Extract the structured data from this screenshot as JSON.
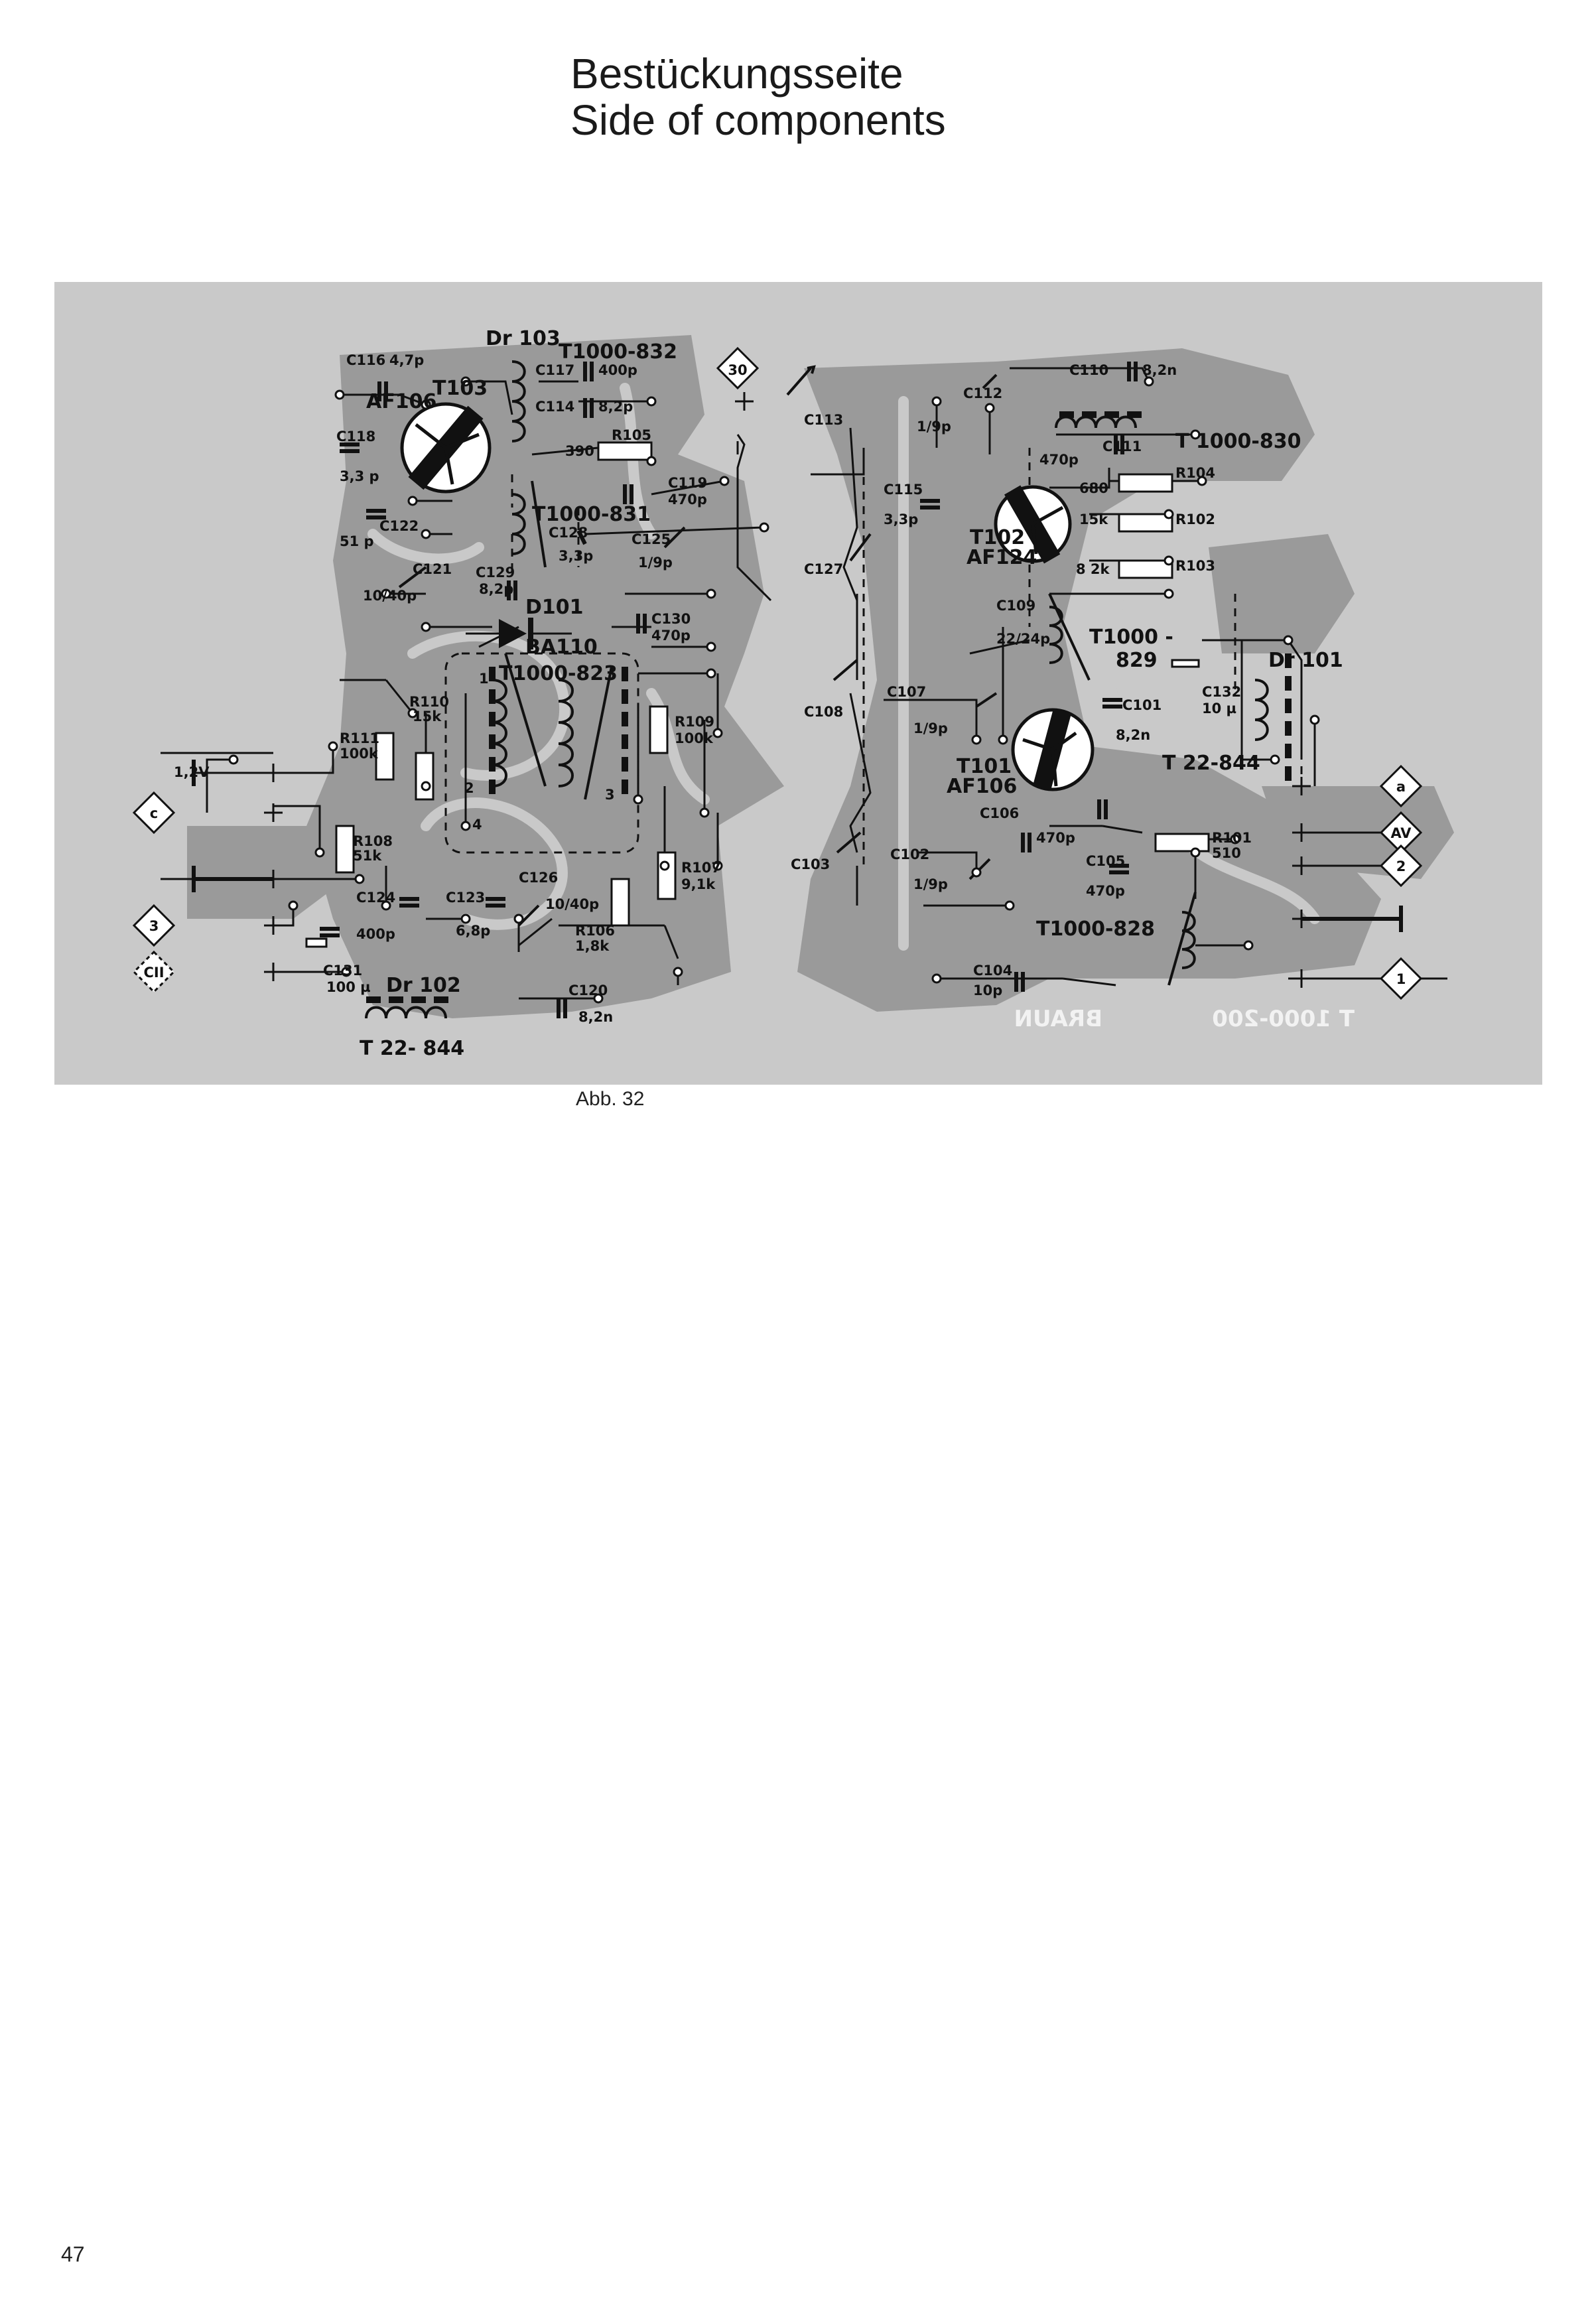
{
  "heading": {
    "line1": "Bestückungsseite",
    "line2": "Side of components"
  },
  "caption": "Abb. 32",
  "page_number": "47",
  "colors": {
    "board": "#c9c9c9",
    "copper": "#9a9a9a",
    "ink": "#111111",
    "paper": "#ffffff"
  },
  "connectors": {
    "c30": "30",
    "a": "a",
    "av": "AV",
    "c2": "2",
    "c1": "1",
    "c": "c",
    "c3": "3",
    "cII": "CII"
  },
  "supply_label": "1,2V",
  "transistors": {
    "t103": {
      "ref": "T103",
      "type": "AF106"
    },
    "t102": {
      "ref": "T102",
      "type": "AF124"
    },
    "t101": {
      "ref": "T101",
      "type": "AF106"
    }
  },
  "coils": {
    "t1000_832": "T1000-832",
    "t1000_831": "T1000-831",
    "t1000_823": "T1000-823",
    "t1000_830": "T 1000-830",
    "t1000_829a": "T1000 -",
    "t1000_829b": "829",
    "t1000_828": "T1000-828",
    "t22_844_right": "T 22-844",
    "t22_844_left": "T 22- 844",
    "dr101": "Dr 101",
    "dr102": "Dr 102",
    "dr103": "Dr 103"
  },
  "coil_pins": [
    "1",
    "2",
    "3",
    "4"
  ],
  "diode": {
    "ref": "D101",
    "type": "BA110"
  },
  "capacitors": {
    "c116": {
      "ref": "C116",
      "value": "4,7p"
    },
    "c117": {
      "ref": "C117",
      "value": "400p"
    },
    "c114": {
      "ref": "C114",
      "value": "8,2p"
    },
    "c118": {
      "ref": "C118",
      "value": "3,3 p"
    },
    "c119": {
      "ref": "C119",
      "value": "470p"
    },
    "c128": {
      "ref": "C128",
      "value": "3,3p"
    },
    "c125": {
      "ref": "C125",
      "value": "1/9p"
    },
    "c122": {
      "ref": "C122",
      "value": "51 p"
    },
    "c121": {
      "ref": "C121",
      "value": "10/40p"
    },
    "c129": {
      "ref": "C129",
      "value": "8,2p"
    },
    "c130": {
      "ref": "C130",
      "value": "470p"
    },
    "c113": {
      "ref": "C113",
      "value": ""
    },
    "c127": {
      "ref": "C127",
      "value": ""
    },
    "c108": {
      "ref": "C108",
      "value": ""
    },
    "c103": {
      "ref": "C103",
      "value": ""
    },
    "c124": {
      "ref": "C124",
      "value": "400p"
    },
    "c123": {
      "ref": "C123",
      "value": "6,8p"
    },
    "c126": {
      "ref": "C126",
      "value": "10/40p"
    },
    "c131": {
      "ref": "C131",
      "value": "100 µ"
    },
    "c120": {
      "ref": "C120",
      "value": "8,2n"
    },
    "c110": {
      "ref": "C110",
      "value": "8,2n"
    },
    "c112": {
      "ref": "C112",
      "value": "1/9p"
    },
    "c111": {
      "ref": "C111",
      "value": "470p"
    },
    "c115": {
      "ref": "C115",
      "value": "3,3p"
    },
    "c109": {
      "ref": "C109",
      "value": "22/24p"
    },
    "c107": {
      "ref": "C107",
      "value": "1/9p"
    },
    "c101": {
      "ref": "C101",
      "value": "8,2n"
    },
    "c132": {
      "ref": "C132",
      "value": "10 µ"
    },
    "c106": {
      "ref": "C106",
      "value": "470p"
    },
    "c105": {
      "ref": "C105",
      "value": "470p"
    },
    "c102": {
      "ref": "C102",
      "value": "1/9p"
    },
    "c104": {
      "ref": "C104",
      "value": "10p"
    }
  },
  "resistors": {
    "r105": {
      "ref": "R105",
      "value": "390"
    },
    "r110": {
      "ref": "R110",
      "value": "15k"
    },
    "r111": {
      "ref": "R111",
      "value": "100k"
    },
    "r109": {
      "ref": "R109",
      "value": "100k"
    },
    "r108": {
      "ref": "R108",
      "value": "51k"
    },
    "r107": {
      "ref": "R107",
      "value": "9,1k"
    },
    "r106": {
      "ref": "R106",
      "value": "1,8k"
    },
    "r104": {
      "ref": "R104",
      "value": "680"
    },
    "r102": {
      "ref": "R102",
      "value": "15k"
    },
    "r103": {
      "ref": "R103",
      "value": "8 2k"
    },
    "r101": {
      "ref": "R101",
      "value": "510"
    }
  },
  "board_mirror": {
    "brand": "BRAUN",
    "part": "T 1000-200"
  }
}
